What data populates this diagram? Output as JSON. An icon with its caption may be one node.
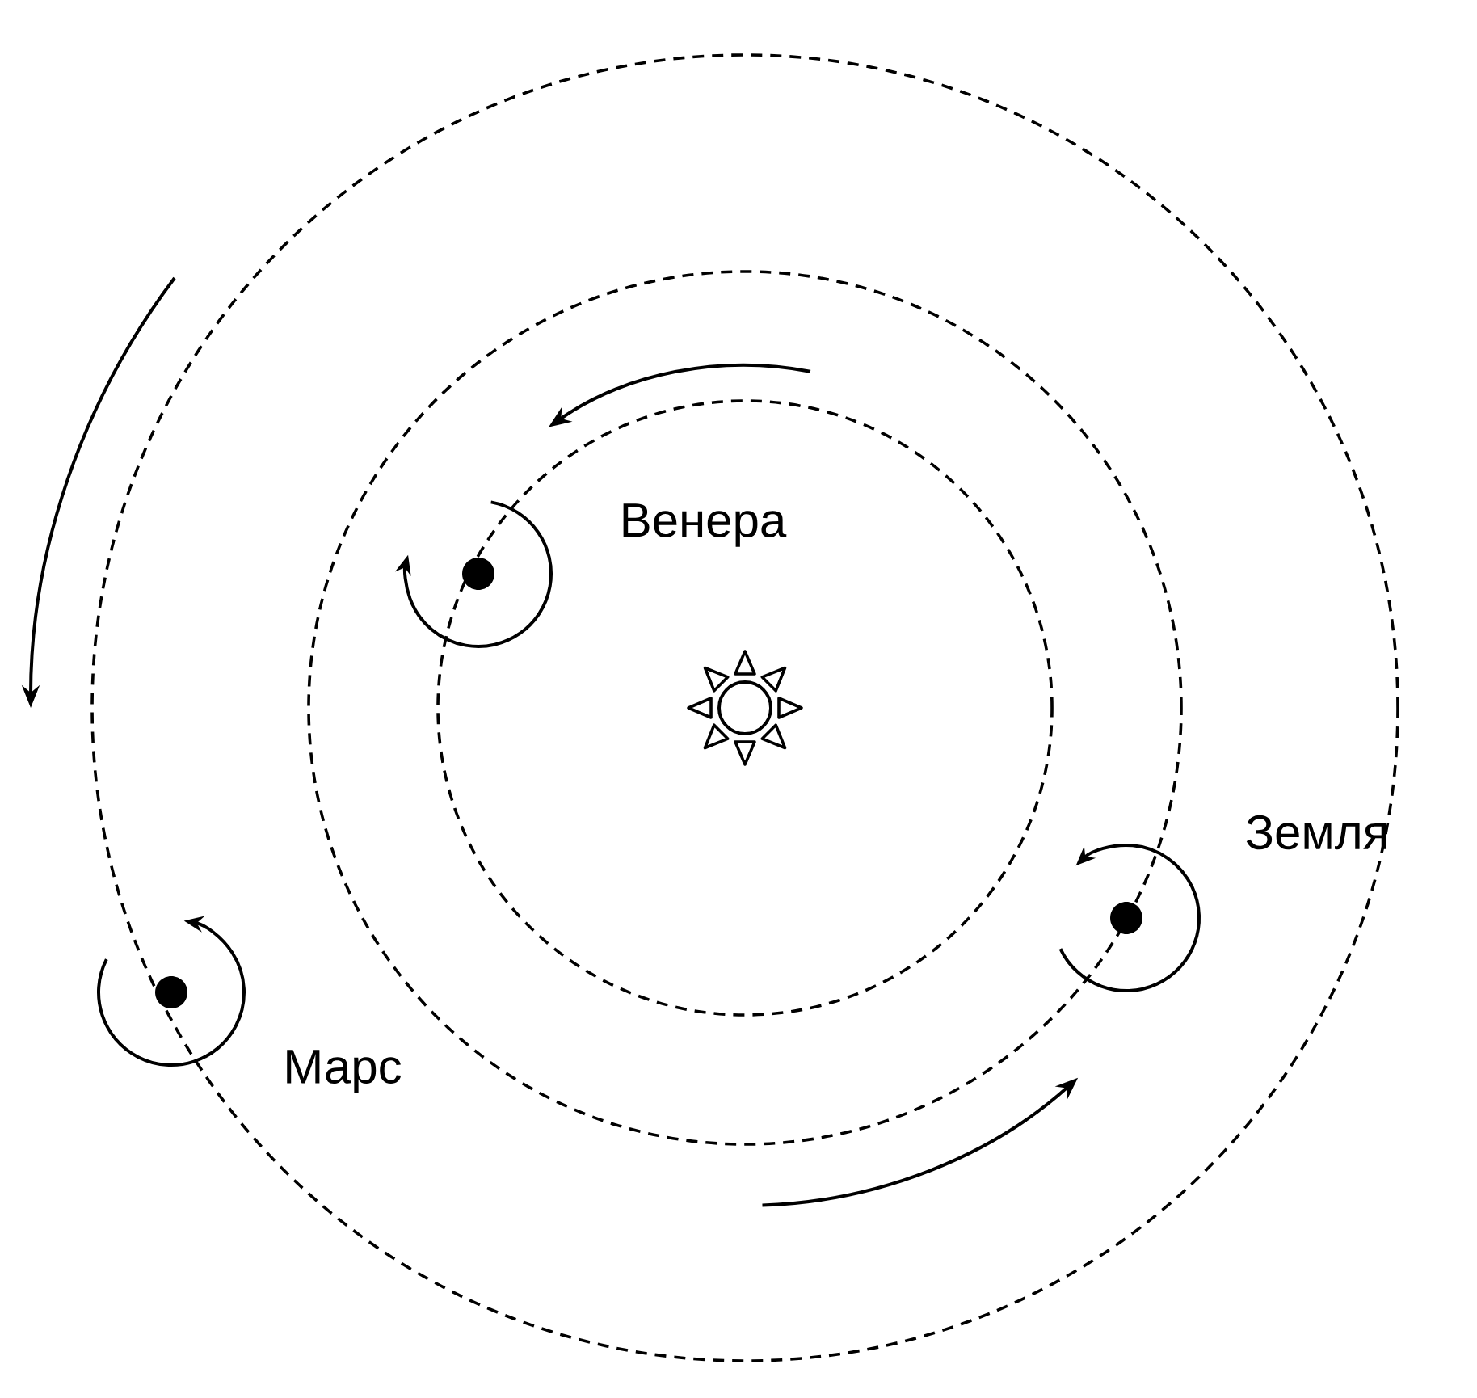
{
  "diagram": {
    "nodes": [
      {
        "text": [],
        "shape": "circle",
        "beside": [
          "Венера"
        ]
      },
      {
        "text": [],
        "shape": "circle",
        "beside": [
          "Земля"
        ]
      },
      {
        "text": [],
        "shape": "circle",
        "beside": [
          "Марс"
        ]
      }
    ]
  }
}
